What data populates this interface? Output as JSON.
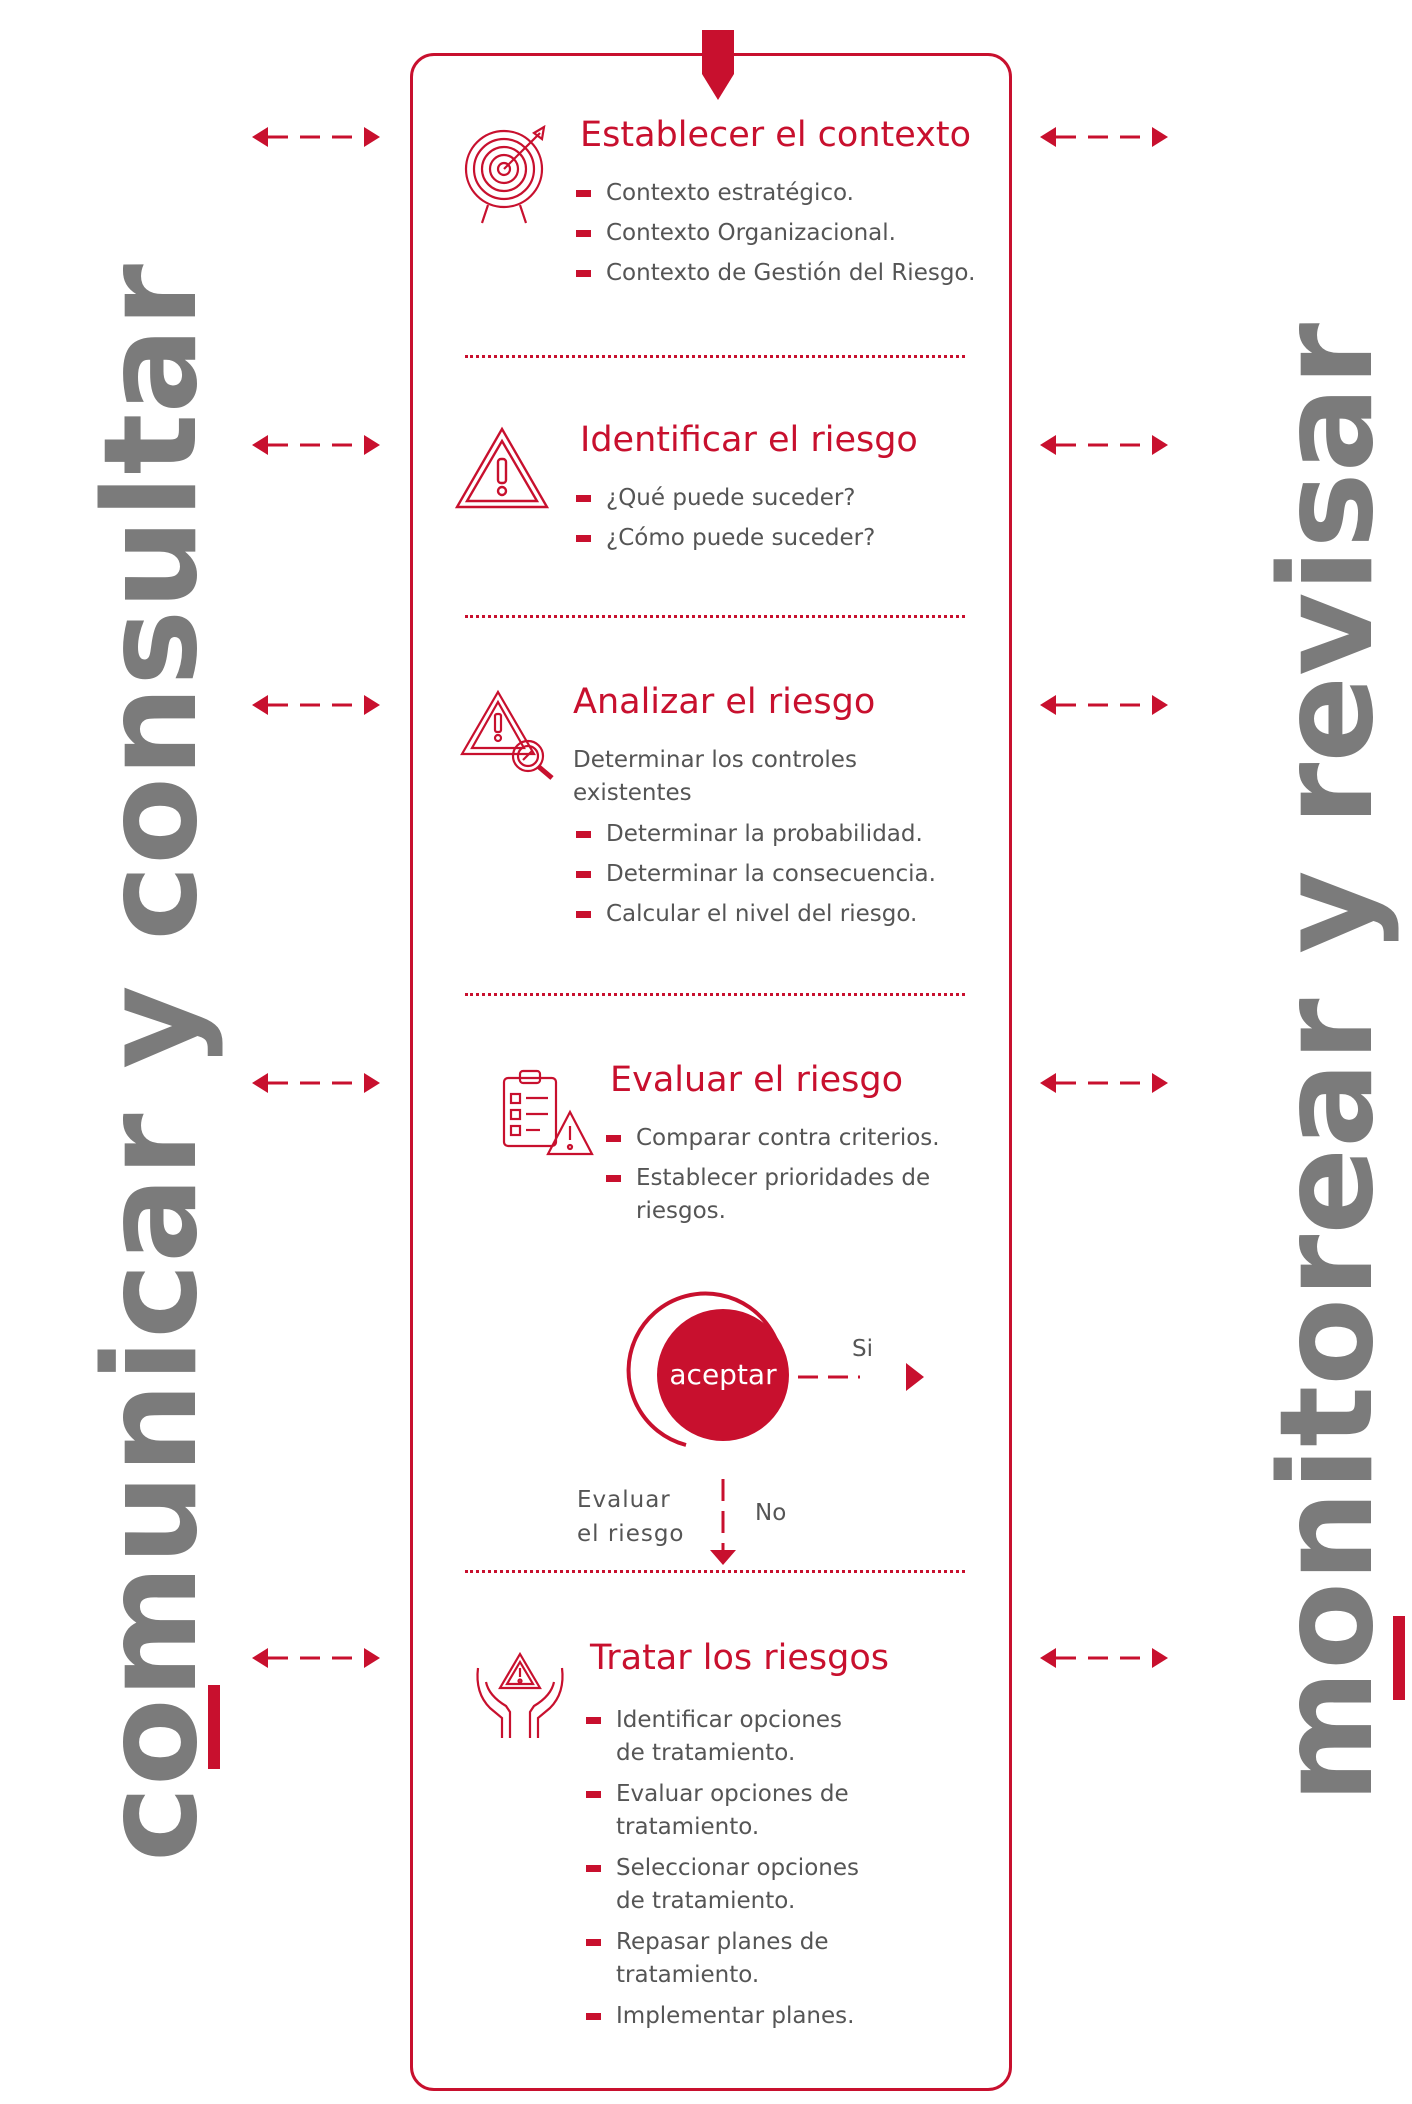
{
  "left_label": "comunicar y consultar",
  "right_label": "monitorear y revisar",
  "steps": [
    {
      "title": "Establecer el contexto",
      "items": [
        "Contexto estratégico.",
        "Contexto Organizacional.",
        "Contexto de Gestión del Riesgo."
      ]
    },
    {
      "title": "Identificar el riesgo",
      "items": [
        "¿Qué puede suceder?",
        "¿Cómo puede suceder?"
      ]
    },
    {
      "title": "Analizar el riesgo",
      "intro": "Determinar los controles existentes",
      "items": [
        "Determinar la probabilidad.",
        "Determinar la consecuencia.",
        "Calcular el nivel del riesgo."
      ]
    },
    {
      "title": "Evaluar el riesgo",
      "items": [
        "Comparar contra criterios.",
        "Establecer prioridades de riesgos."
      ]
    },
    {
      "title": "Tratar los riesgos",
      "items": [
        "Identificar opciones de tratamiento.",
        "Evaluar opciones de tratamiento.",
        "Seleccionar opciones de tratamiento.",
        "Repasar planes de tratamiento.",
        "Implementar planes."
      ]
    }
  ],
  "decision": {
    "label": "aceptar",
    "yes_label": "Si",
    "no_label": "No",
    "loop_label": "Evaluar el riesgo"
  },
  "colors": {
    "accent": "#c8102e",
    "side_text": "#7b7b7b",
    "body_text": "#555555"
  },
  "icons": [
    "target-icon",
    "warning-triangle-icon",
    "warning-magnifier-icon",
    "checklist-warning-icon",
    "hands-warning-icon"
  ]
}
